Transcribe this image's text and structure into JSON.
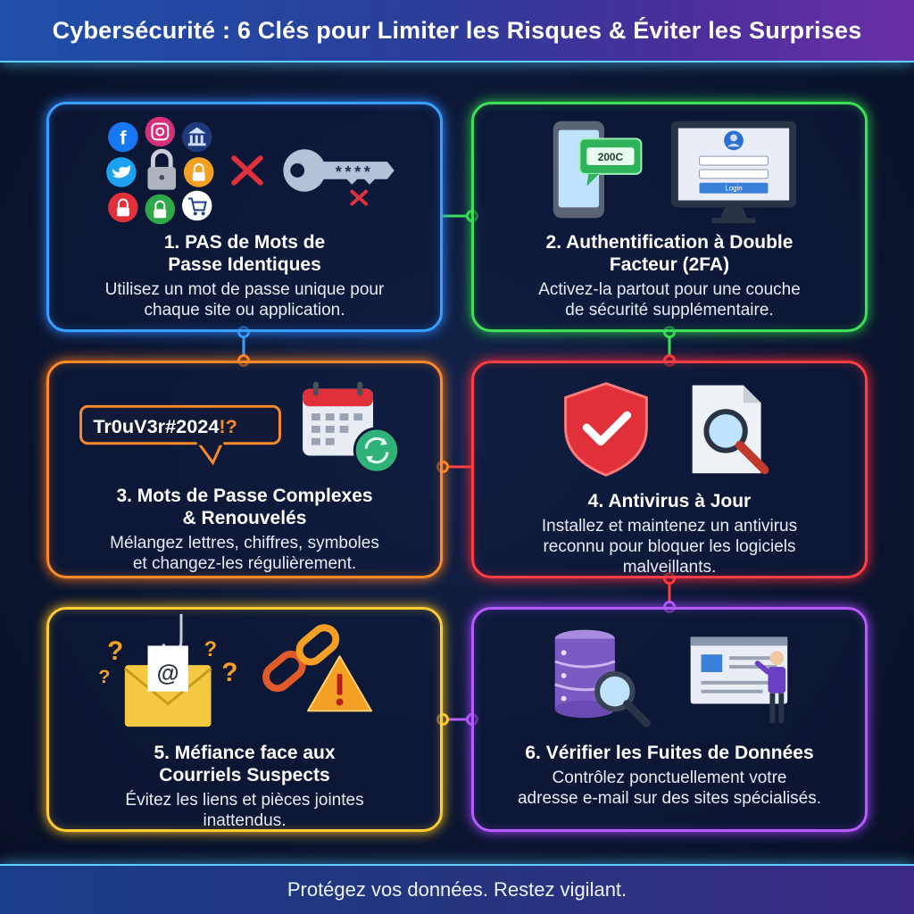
{
  "header": {
    "title": "Cybersécurité : 6 Clés pour Limiter les Risques & Éviter les Surprises"
  },
  "footer": {
    "text": "Protégez vos données. Restez vigilant."
  },
  "cards": [
    {
      "title_line1": "1. PAS de Mots de",
      "title_line2": "Passe Identiques",
      "desc_line1": "Utilisez un mot de passe unique pour",
      "desc_line2": "chaque site ou application.",
      "key_mask": "****"
    },
    {
      "title_line1": "2. Authentification à Double",
      "title_line2": "Facteur (2FA)",
      "desc_line1": "Activez-la partout pour une couche",
      "desc_line2": "de sécurité supplémentaire.",
      "sms_code": "200C",
      "login_button": "Login"
    },
    {
      "title_line1": "3. Mots de Passe Complexes",
      "title_line2": "& Renouvelés",
      "desc_line1": "Mélangez lettres, chiffres, symboles",
      "desc_line2": "et changez-les régulièrement.",
      "password_main": "Tr0uV3r#2024",
      "password_symbols": "!?"
    },
    {
      "title_line1": "4. Antivirus à Jour",
      "desc_line1": "Installez et maintenez un antivirus",
      "desc_line2": "reconnu pour bloquer les logiciels",
      "desc_line3": "malveillants."
    },
    {
      "title_line1": "5. Méfiance face aux",
      "title_line2": "Courriels Suspects",
      "desc_line1": "Évitez les liens et pièces jointes",
      "desc_line2": "inattendus."
    },
    {
      "title_line1": "6. Vérifier les Fuites de Données",
      "desc_line1": "Contrôlez ponctuellement votre",
      "desc_line2": "adresse e-mail sur des sites spécialisés."
    }
  ],
  "colors": {
    "blue": "#3aa0ff",
    "green": "#3ee05a",
    "orange": "#ff8a2a",
    "red": "#ff3f45",
    "yellow": "#ffcc33",
    "purple": "#b65cff"
  }
}
